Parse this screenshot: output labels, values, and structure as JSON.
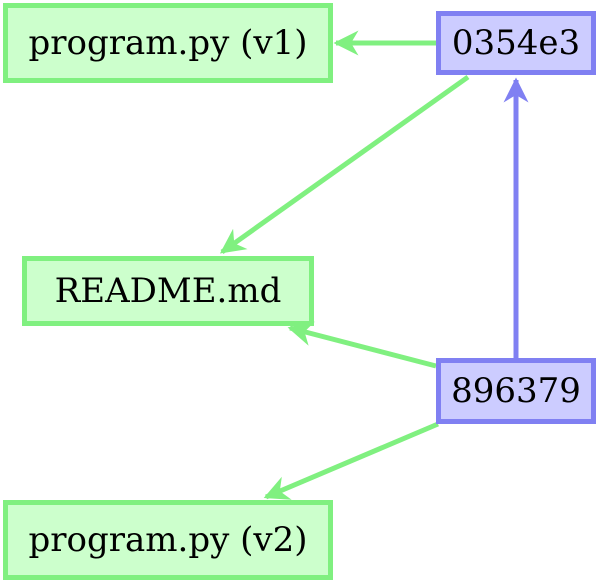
{
  "colors": {
    "file_fill": "#ccffcc",
    "file_stroke": "#80f080",
    "commit_fill": "#ccccff",
    "commit_stroke": "#8080f2"
  },
  "nodes": {
    "program_v1": "program.py (v1)",
    "readme": "README.md",
    "program_v2": "program.py (v2)",
    "commit_0354e3": "0354e3",
    "commit_896379": "896379"
  },
  "edges": [
    {
      "from": "0354e3",
      "to": "program.py (v1)",
      "kind": "file"
    },
    {
      "from": "0354e3",
      "to": "README.md",
      "kind": "file"
    },
    {
      "from": "896379",
      "to": "README.md",
      "kind": "file"
    },
    {
      "from": "896379",
      "to": "program.py (v2)",
      "kind": "file"
    },
    {
      "from": "896379",
      "to": "0354e3",
      "kind": "commit"
    }
  ]
}
